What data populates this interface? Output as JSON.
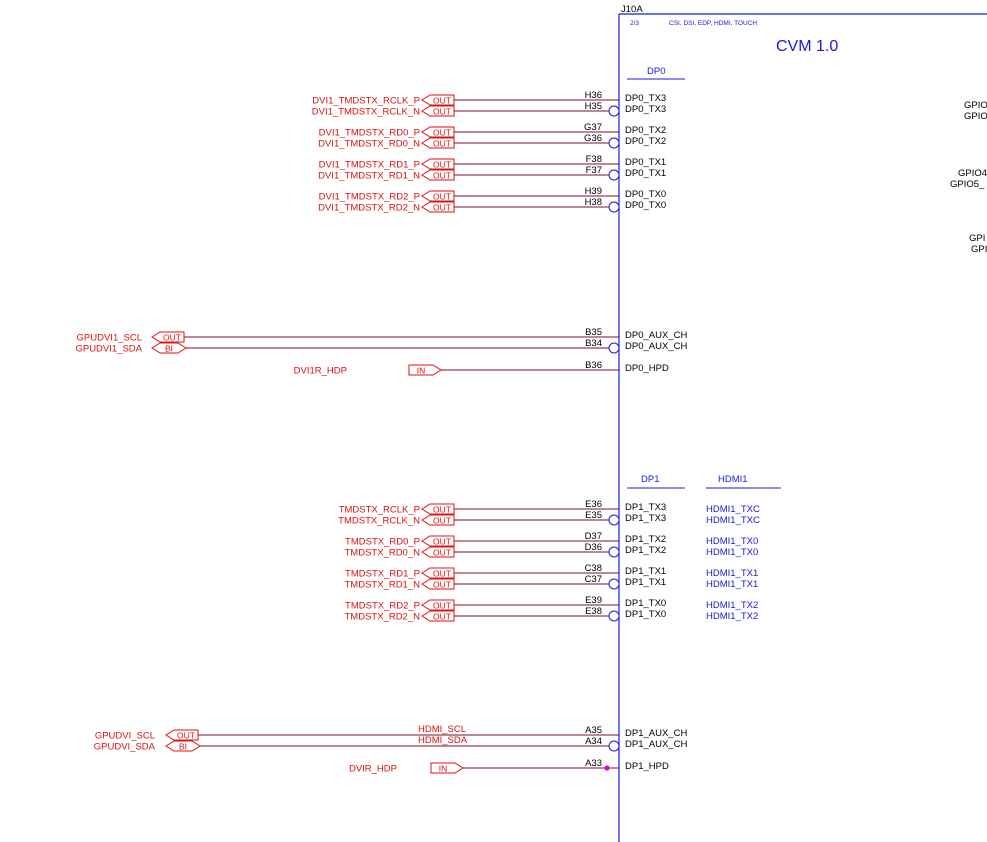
{
  "part": {
    "ref": "J10A",
    "sheet": "2/3",
    "subtitle": "CSI, DSI, EDP, HDMI, TOUCH",
    "title": "CVM 1.0"
  },
  "groups": {
    "dp0": "DP0",
    "dp1": "DP1",
    "hdmi1": "HDMI1"
  },
  "right_edge": [
    "GPIO",
    "GPIO",
    "GPIO4",
    "GPIO5_",
    "GPI",
    "GPI"
  ],
  "rows": [
    {
      "pin": "H36",
      "name": "DP0_TX3",
      "net": "DVI1_TMDSTX_RCLK_P",
      "port": "OUT",
      "bubble": false
    },
    {
      "pin": "H35",
      "name": "DP0_TX3",
      "net": "DVI1_TMDSTX_RCLK_N",
      "port": "OUT",
      "bubble": true
    },
    {
      "pin": "G37",
      "name": "DP0_TX2",
      "net": "DVI1_TMDSTX_RD0_P",
      "port": "OUT",
      "bubble": false
    },
    {
      "pin": "G36",
      "name": "DP0_TX2",
      "net": "DVI1_TMDSTX_RD0_N",
      "port": "OUT",
      "bubble": true
    },
    {
      "pin": "F38",
      "name": "DP0_TX1",
      "net": "DVI1_TMDSTX_RD1_P",
      "port": "OUT",
      "bubble": false
    },
    {
      "pin": "F37",
      "name": "DP0_TX1",
      "net": "DVI1_TMDSTX_RD1_N",
      "port": "OUT",
      "bubble": true
    },
    {
      "pin": "H39",
      "name": "DP0_TX0",
      "net": "DVI1_TMDSTX_RD2_P",
      "port": "OUT",
      "bubble": false
    },
    {
      "pin": "H38",
      "name": "DP0_TX0",
      "net": "DVI1_TMDSTX_RD2_N",
      "port": "OUT",
      "bubble": true
    },
    {
      "pin": "B35",
      "name": "DP0_AUX_CH",
      "net": "GPUDVI1_SCL",
      "port": "OUT",
      "bubble": false
    },
    {
      "pin": "B34",
      "name": "DP0_AUX_CH",
      "net": "GPUDVI1_SDA",
      "port": "BI",
      "bubble": true
    },
    {
      "pin": "B36",
      "name": "DP0_HPD",
      "net": "DVI1R_HDP",
      "port": "IN",
      "bubble": false
    },
    {
      "pin": "E36",
      "name": "DP1_TX3",
      "net": "TMDSTX_RCLK_P",
      "port": "OUT",
      "bubble": false,
      "alt": "HDMI1_TXC"
    },
    {
      "pin": "E35",
      "name": "DP1_TX3",
      "net": "TMDSTX_RCLK_N",
      "port": "OUT",
      "bubble": true,
      "alt": "HDMI1_TXC"
    },
    {
      "pin": "D37",
      "name": "DP1_TX2",
      "net": "TMDSTX_RD0_P",
      "port": "OUT",
      "bubble": false,
      "alt": "HDMI1_TX0"
    },
    {
      "pin": "D36",
      "name": "DP1_TX2",
      "net": "TMDSTX_RD0_N",
      "port": "OUT",
      "bubble": true,
      "alt": "HDMI1_TX0"
    },
    {
      "pin": "C38",
      "name": "DP1_TX1",
      "net": "TMDSTX_RD1_P",
      "port": "OUT",
      "bubble": false,
      "alt": "HDMI1_TX1"
    },
    {
      "pin": "C37",
      "name": "DP1_TX1",
      "net": "TMDSTX_RD1_N",
      "port": "OUT",
      "bubble": true,
      "alt": "HDMI1_TX1"
    },
    {
      "pin": "E39",
      "name": "DP1_TX0",
      "net": "TMDSTX_RD2_P",
      "port": "OUT",
      "bubble": false,
      "alt": "HDMI1_TX2"
    },
    {
      "pin": "E38",
      "name": "DP1_TX0",
      "net": "TMDSTX_RD2_N",
      "port": "OUT",
      "bubble": true,
      "alt": "HDMI1_TX2"
    },
    {
      "pin": "A35",
      "name": "DP1_AUX_CH",
      "net": "GPUDVI_SCL",
      "port": "OUT",
      "bubble": false,
      "wire_label": "HDMI_SCL"
    },
    {
      "pin": "A34",
      "name": "DP1_AUX_CH",
      "net": "GPUDVI_SDA",
      "port": "BI",
      "bubble": true,
      "wire_label": "HDMI_SDA"
    },
    {
      "pin": "A33",
      "name": "DP1_HPD",
      "net": "DVIR_HDP",
      "port": "IN",
      "bubble": false,
      "junction": true
    }
  ],
  "colors": {
    "wire": "#7a1030",
    "net_text": "#e01010",
    "symbol": "#1a1ad8",
    "pin_text": "#000000",
    "junction": "#e000e0"
  }
}
